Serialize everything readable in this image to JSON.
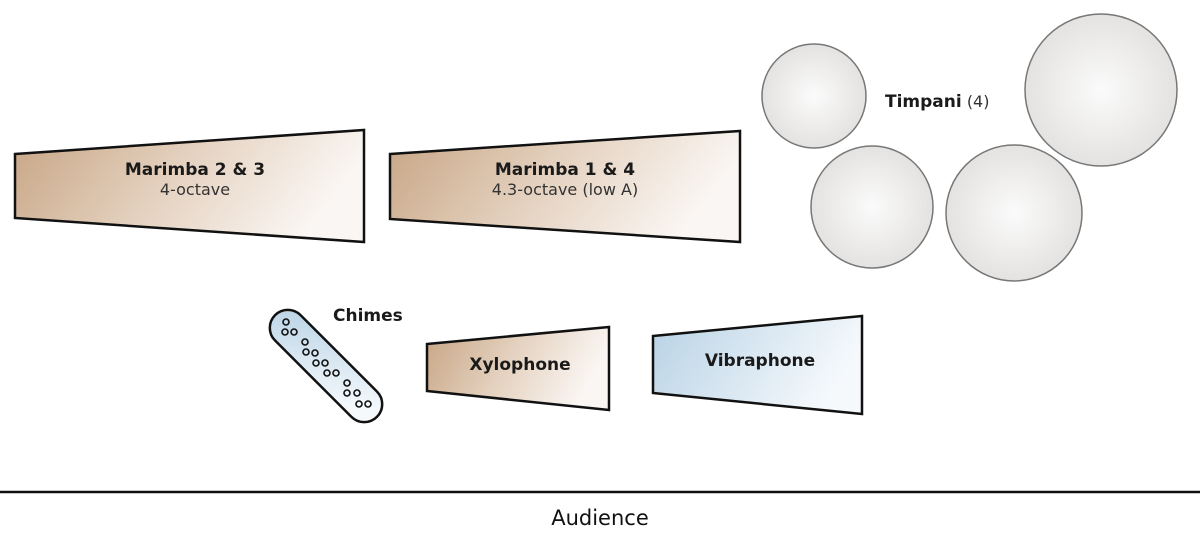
{
  "title": "Percussion stage setup",
  "instruments": {
    "marimba_23": {
      "name": "Marimba 2 & 3",
      "detail": "4-octave"
    },
    "marimba_14": {
      "name": "Marimba 1 & 4",
      "detail": "4.3-octave (low A)"
    },
    "timpani": {
      "name": "Timpani",
      "count": "(4)"
    },
    "chimes": {
      "name": "Chimes"
    },
    "xylophone": {
      "name": "Xylophone"
    },
    "vibraphone": {
      "name": "Vibraphone"
    }
  },
  "audience": {
    "label": "Audience"
  },
  "colors": {
    "wood": "#c9a888",
    "wood_light": "#f7f2ee",
    "metal": "#bcd4e6",
    "metal_light": "#f4f8fb",
    "drum": "#e6e4e2",
    "outline": "#111111"
  }
}
